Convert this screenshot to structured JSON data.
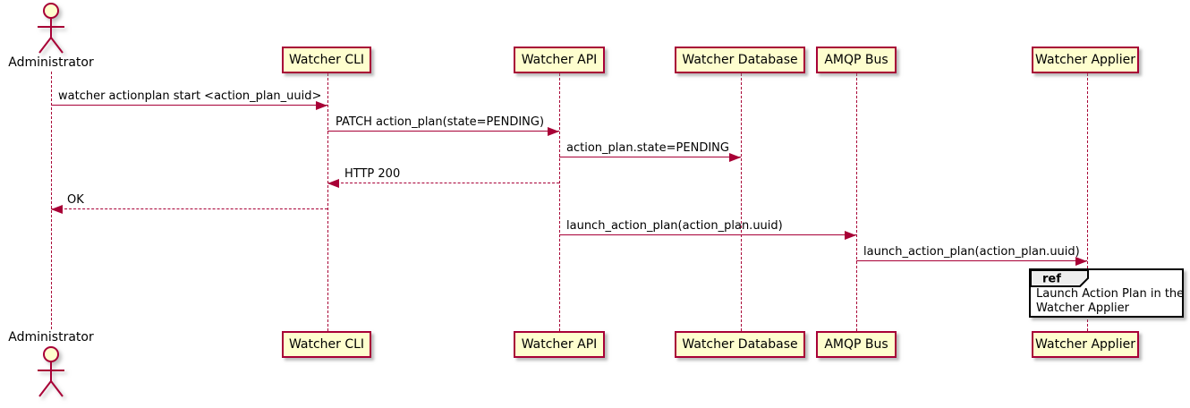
{
  "diagram": {
    "kind": "uml-sequence-diagram"
  },
  "colors": {
    "participant_fill": "#FEFECE",
    "line": "#A80036",
    "text": "#000000",
    "ref_header_fill": "#EEEEEE",
    "ref_border": "#000000",
    "background": "#FFFFFF"
  },
  "participants": [
    {
      "name": "Administrator",
      "kind": "actor"
    },
    {
      "name": "Watcher CLI",
      "kind": "participant"
    },
    {
      "name": "Watcher API",
      "kind": "participant"
    },
    {
      "name": "Watcher Database",
      "kind": "participant"
    },
    {
      "name": "AMQP Bus",
      "kind": "participant"
    },
    {
      "name": "Watcher Applier",
      "kind": "participant"
    }
  ],
  "messages": [
    {
      "from": "Administrator",
      "to": "Watcher CLI",
      "label": "watcher actionplan start <action_plan_uuid>",
      "line": "solid",
      "direction": "right"
    },
    {
      "from": "Watcher CLI",
      "to": "Watcher API",
      "label": "PATCH action_plan(state=PENDING)",
      "line": "solid",
      "direction": "right"
    },
    {
      "from": "Watcher API",
      "to": "Watcher Database",
      "label": "action_plan.state=PENDING",
      "line": "solid",
      "direction": "right"
    },
    {
      "from": "Watcher API",
      "to": "Watcher CLI",
      "label": "HTTP 200",
      "line": "dashed",
      "direction": "left"
    },
    {
      "from": "Watcher CLI",
      "to": "Administrator",
      "label": "OK",
      "line": "dashed",
      "direction": "left"
    },
    {
      "from": "Watcher API",
      "to": "AMQP Bus",
      "label": "launch_action_plan(action_plan.uuid)",
      "line": "solid",
      "direction": "right"
    },
    {
      "from": "AMQP Bus",
      "to": "Watcher Applier",
      "label": "launch_action_plan(action_plan.uuid)",
      "line": "solid",
      "direction": "right"
    }
  ],
  "ref_fragment": {
    "keyword": "ref",
    "over": "Watcher Applier",
    "line1": "Launch Action Plan in the",
    "line2": "Watcher Applier"
  }
}
